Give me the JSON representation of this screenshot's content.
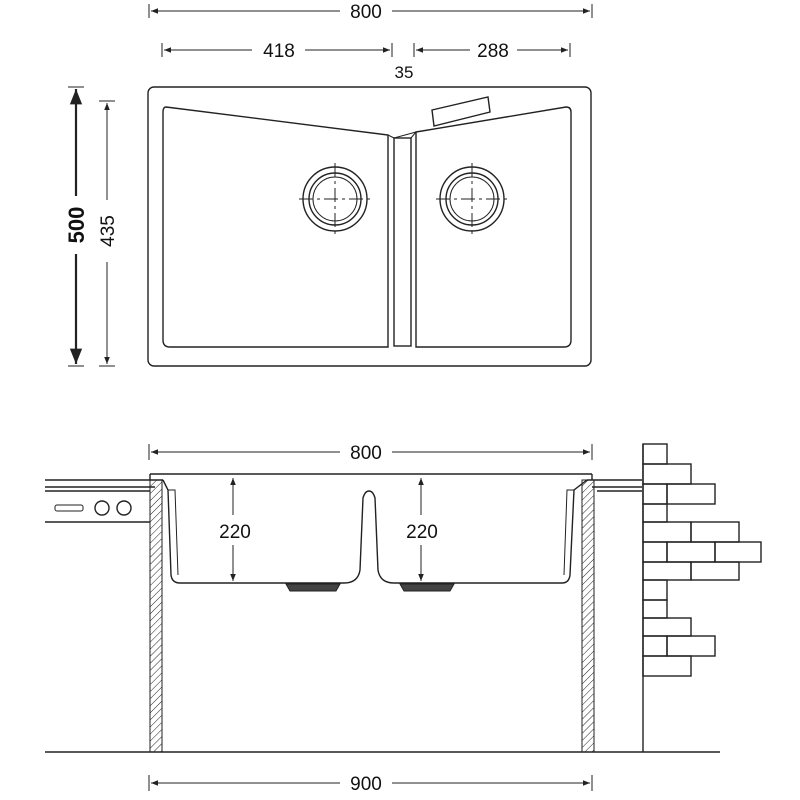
{
  "top_view": {
    "overall_width": "800",
    "left_bowl_width": "418",
    "right_bowl_width": "288",
    "divider_width": "35",
    "overall_depth": "500",
    "inner_depth": "435"
  },
  "side_view": {
    "overall_width": "800",
    "left_bowl_depth": "220",
    "right_bowl_depth": "220",
    "cabinet_width": "900"
  }
}
